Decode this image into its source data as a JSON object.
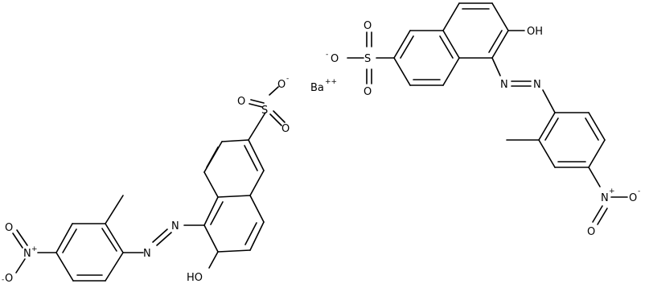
{
  "labels": {
    "oxygen": "O",
    "sulfur": "S",
    "nitrogen": "N",
    "hydroxyl": "OH",
    "hydroxyl_left": "HO",
    "barium": "Ba",
    "plus": "+",
    "plus_plus": "++",
    "minus": "-"
  },
  "colors": {
    "bond": "#000000",
    "text": "#000000",
    "background": "#ffffff"
  }
}
